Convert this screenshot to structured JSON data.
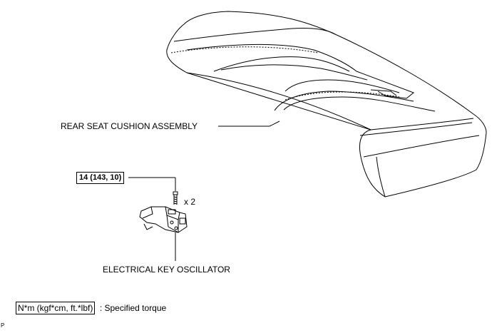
{
  "labels": {
    "seat": "REAR SEAT CUSHION ASSEMBLY",
    "oscillator": "ELECTRICAL KEY OSCILLATOR",
    "bolt_qty": "x 2",
    "torque_value": "14 (143, 10)",
    "legend_units": "N*m (kgf*cm, ft.*lbf)",
    "legend_text": ": Specified torque",
    "corner_code": "P"
  },
  "icons": [
    "seat-cushion-drawing",
    "bolt-icon",
    "oscillator-drawing"
  ]
}
